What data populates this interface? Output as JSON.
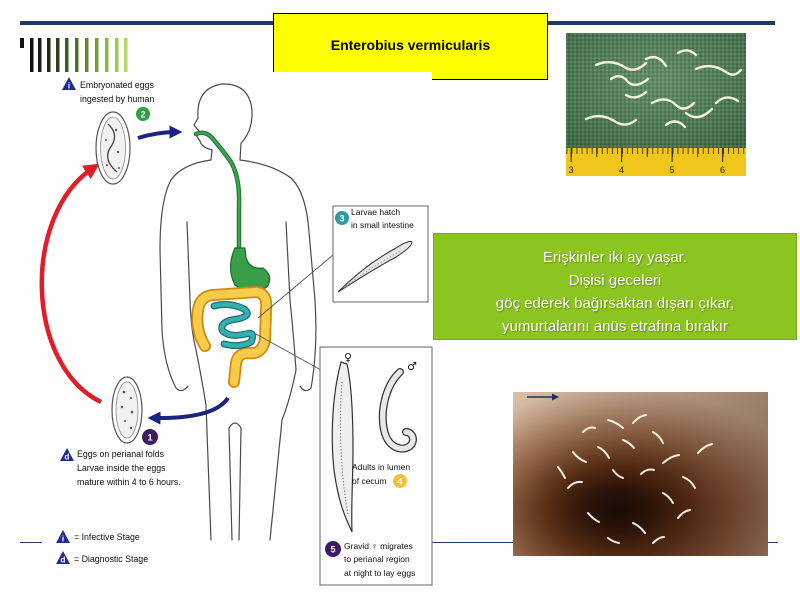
{
  "slide": {
    "title": "Enterobius vermicularis",
    "title_box_color": "#ffff00",
    "accent_color": "#1f3864"
  },
  "info_box": {
    "background_color": "#8cc51f",
    "text_color": "#ffffff",
    "lines": [
      "Erişkinler iki ay yaşar.",
      "Dişisi geceleri",
      "göç ederek bağırsaktan dışarı çıkar,",
      "yumurtalarını anüs etrafına bırakır"
    ]
  },
  "life_cycle": {
    "stage_2": {
      "number": "2",
      "badge": "i",
      "lines": [
        "Embryonated eggs",
        "ingested by human"
      ]
    },
    "stage_3": {
      "number": "3",
      "lines": [
        "Larvae hatch",
        "in small intestine"
      ]
    },
    "stage_4": {
      "number": "4",
      "female_symbol": "♀",
      "male_symbol": "♂",
      "lines": [
        "Adults in lumen",
        "of cecum"
      ]
    },
    "stage_5": {
      "number": "5",
      "lines": [
        "Gravid ♀ migrates",
        "to perianal region",
        "at night to lay eggs"
      ]
    },
    "stage_1": {
      "number": "1",
      "badge": "d",
      "lines": [
        "Eggs on perianal folds",
        "Larvae inside the eggs",
        "mature within 4 to 6 hours."
      ]
    },
    "legend": [
      {
        "badge": "i",
        "label": "= Infective Stage"
      },
      {
        "badge": "d",
        "label": "= Diagnostic Stage"
      }
    ],
    "colors": {
      "return_arrow": "#e21d2a",
      "transmission_arrows": "#1a237e",
      "stage_badge_triangle": "#1f2d8f"
    }
  },
  "photos": {
    "pinworm_ruler": {
      "ruler_numbers": [
        "3",
        "4",
        "5",
        "6"
      ]
    }
  }
}
